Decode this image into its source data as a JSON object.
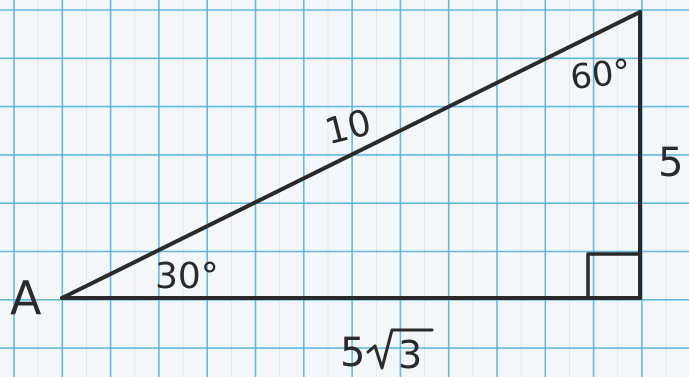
{
  "diagram": {
    "vertex_label": "A",
    "hypotenuse_label": "10",
    "vertical_leg_label": "5",
    "base_label_coefficient": "5",
    "base_label_radicand": "3",
    "angle_at_a_label": "30°",
    "angle_at_top_label": "60°"
  },
  "colors": {
    "paper": "#f4f7f9",
    "grid": "#4ab0dc",
    "ink": "#2a2a2a"
  }
}
